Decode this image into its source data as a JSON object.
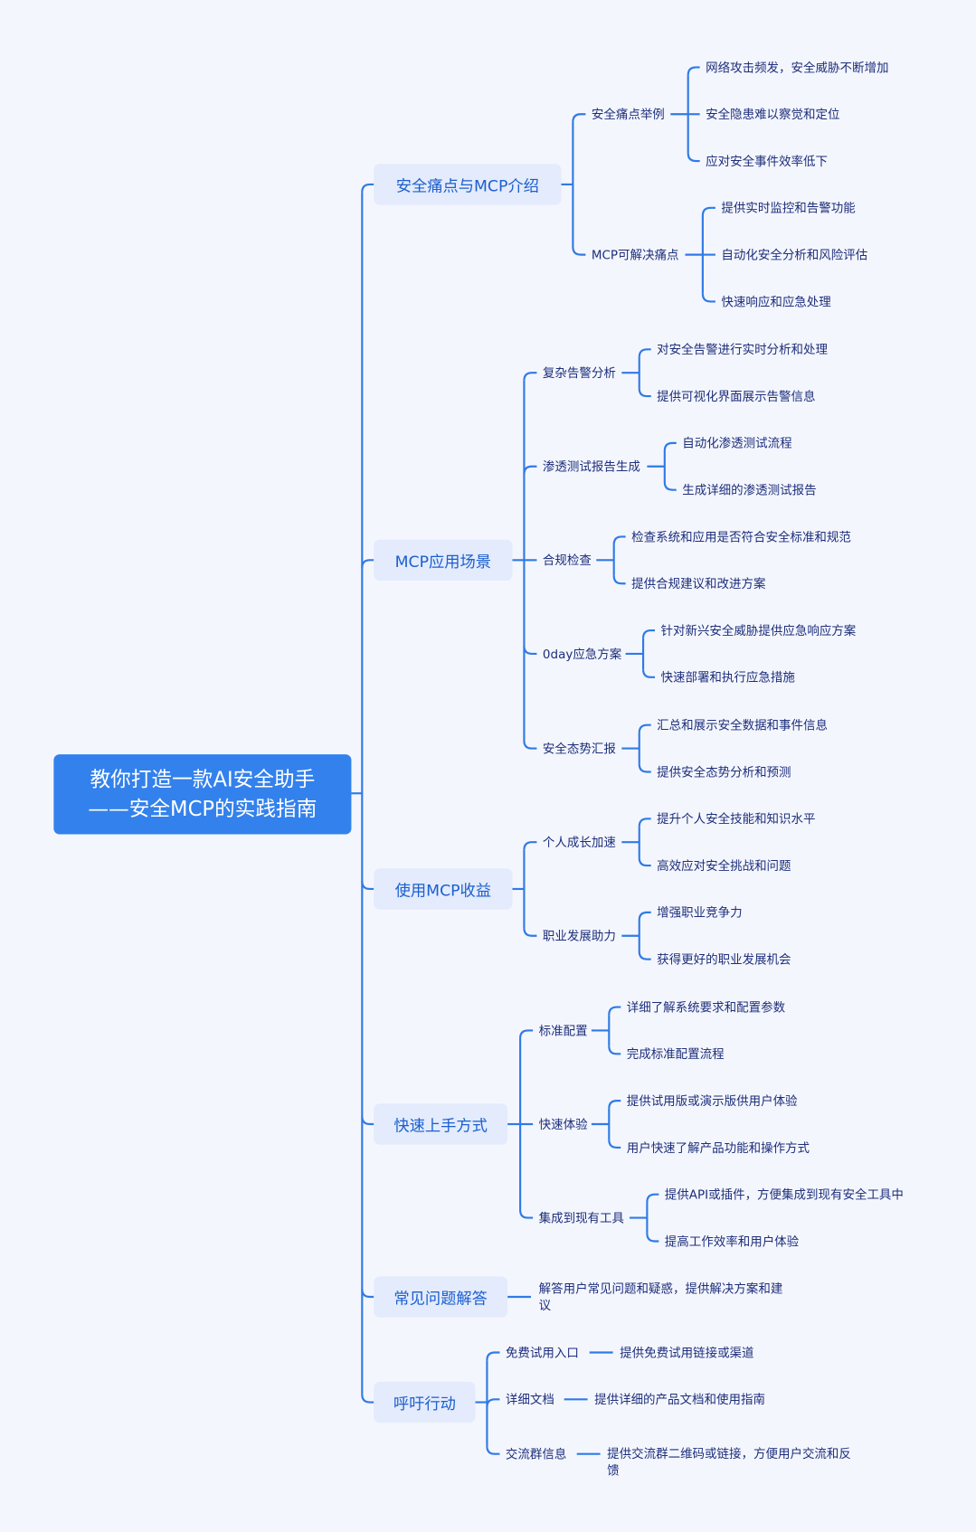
{
  "title": {
    "line1": "教你打造一款AI安全助手",
    "line2": "——安全MCP的实践指南"
  },
  "branches": [
    {
      "label": "安全痛点与MCP介绍",
      "children": [
        {
          "label": "安全痛点举例",
          "children": [
            "网络攻击频发，安全威胁不断增加",
            "安全隐患难以察觉和定位",
            "应对安全事件效率低下"
          ]
        },
        {
          "label": "MCP可解决痛点",
          "children": [
            "提供实时监控和告警功能",
            "自动化安全分析和风险评估",
            "快速响应和应急处理"
          ]
        }
      ]
    },
    {
      "label": "MCP应用场景",
      "children": [
        {
          "label": "复杂告警分析",
          "children": [
            "对安全告警进行实时分析和处理",
            "提供可视化界面展示告警信息"
          ]
        },
        {
          "label": "渗透测试报告生成",
          "children": [
            "自动化渗透测试流程",
            "生成详细的渗透测试报告"
          ]
        },
        {
          "label": "合规检查",
          "children": [
            "检查系统和应用是否符合安全标准和规范",
            "提供合规建议和改进方案"
          ]
        },
        {
          "label": "0day应急方案",
          "children": [
            "针对新兴安全威胁提供应急响应方案",
            "快速部署和执行应急措施"
          ]
        },
        {
          "label": "安全态势汇报",
          "children": [
            "汇总和展示安全数据和事件信息",
            "提供安全态势分析和预测"
          ]
        }
      ]
    },
    {
      "label": "使用MCP收益",
      "children": [
        {
          "label": "个人成长加速",
          "children": [
            "提升个人安全技能和知识水平",
            "高效应对安全挑战和问题"
          ]
        },
        {
          "label": "职业发展助力",
          "children": [
            "增强职业竞争力",
            "获得更好的职业发展机会"
          ]
        }
      ]
    },
    {
      "label": "快速上手方式",
      "children": [
        {
          "label": "标准配置",
          "children": [
            "详细了解系统要求和配置参数",
            "完成标准配置流程"
          ]
        },
        {
          "label": "快速体验",
          "children": [
            "提供试用版或演示版供用户体验",
            "用户快速了解产品功能和操作方式"
          ]
        },
        {
          "label": "集成到现有工具",
          "children": [
            "提供API或插件，方便集成到现有安全工具中",
            "提高工作效率和用户体验"
          ]
        }
      ]
    },
    {
      "label": "常见问题解答",
      "children": [
        {
          "label": "解答用户常见问题和疑惑，提供解决方案和建议",
          "children": []
        }
      ]
    },
    {
      "label": "呼吁行动",
      "children": [
        {
          "label": "免费试用入口",
          "children": [
            "提供免费试用链接或渠道"
          ]
        },
        {
          "label": "详细文档",
          "children": [
            "提供详细的产品文档和使用指南"
          ]
        },
        {
          "label": "交流群信息",
          "children": [
            "提供交流群二维码或链接，方便用户交流和反馈"
          ]
        }
      ]
    }
  ],
  "colors": {
    "line": "#2f7be6",
    "root": "#3381ec",
    "branch_bg": "#e3ebfc",
    "branch_text": "#1c5fcf",
    "leaf_text": "#1d2f7a"
  }
}
